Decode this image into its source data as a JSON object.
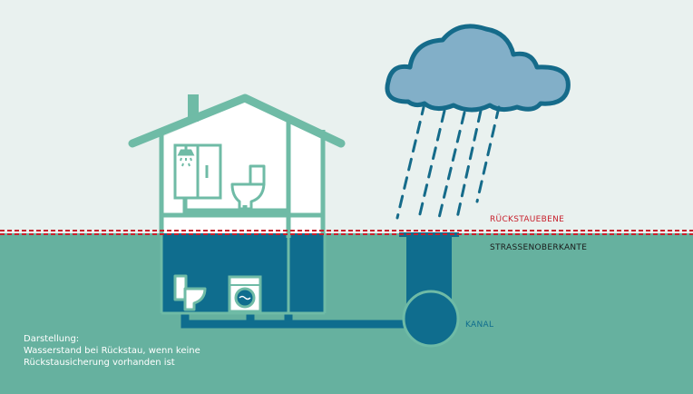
{
  "colors": {
    "sky": "#e9f1ef",
    "ground": "#66b19f",
    "house_outline": "#6fbba6",
    "water": "#0f6d8e",
    "cloud_fill": "#82afc8",
    "rain": "#156b8a",
    "backflow_line": "#c8202c"
  },
  "labels": {
    "rueckstauebene": "RÜCKSTAUEBENE",
    "strassenoberkante": "STRASSENOBERKANTE",
    "kanal": "KANAL"
  },
  "caption": {
    "line1": "Darstellung:",
    "line2": "Wasserstand bei Rückstau, wenn keine",
    "line3": "Rückstausicherung vorhanden ist"
  },
  "icons": [
    "rain-cloud-icon",
    "shower-icon",
    "toilet-icon",
    "washing-machine-icon"
  ]
}
